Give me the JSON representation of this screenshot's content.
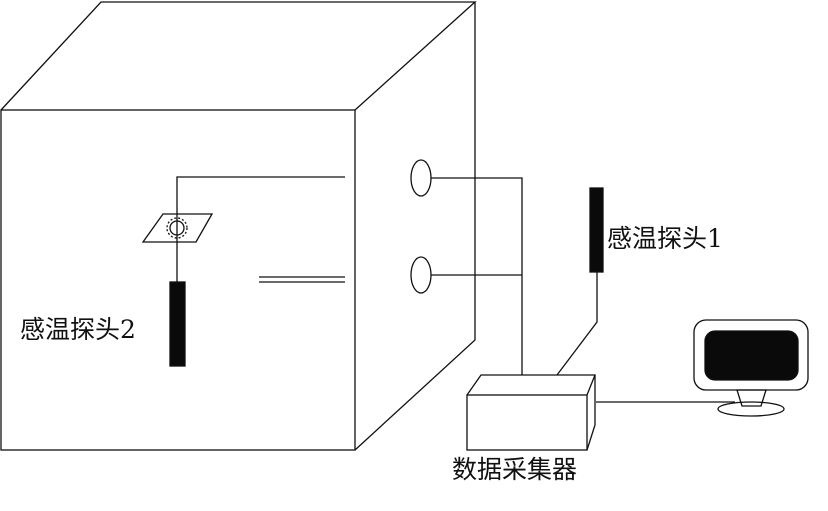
{
  "labels": {
    "probe1": "感温探头1",
    "probe2": "感温探头2",
    "collector": "数据采集器"
  },
  "colors": {
    "line": "#111111",
    "fill": "#0a0a0a"
  }
}
